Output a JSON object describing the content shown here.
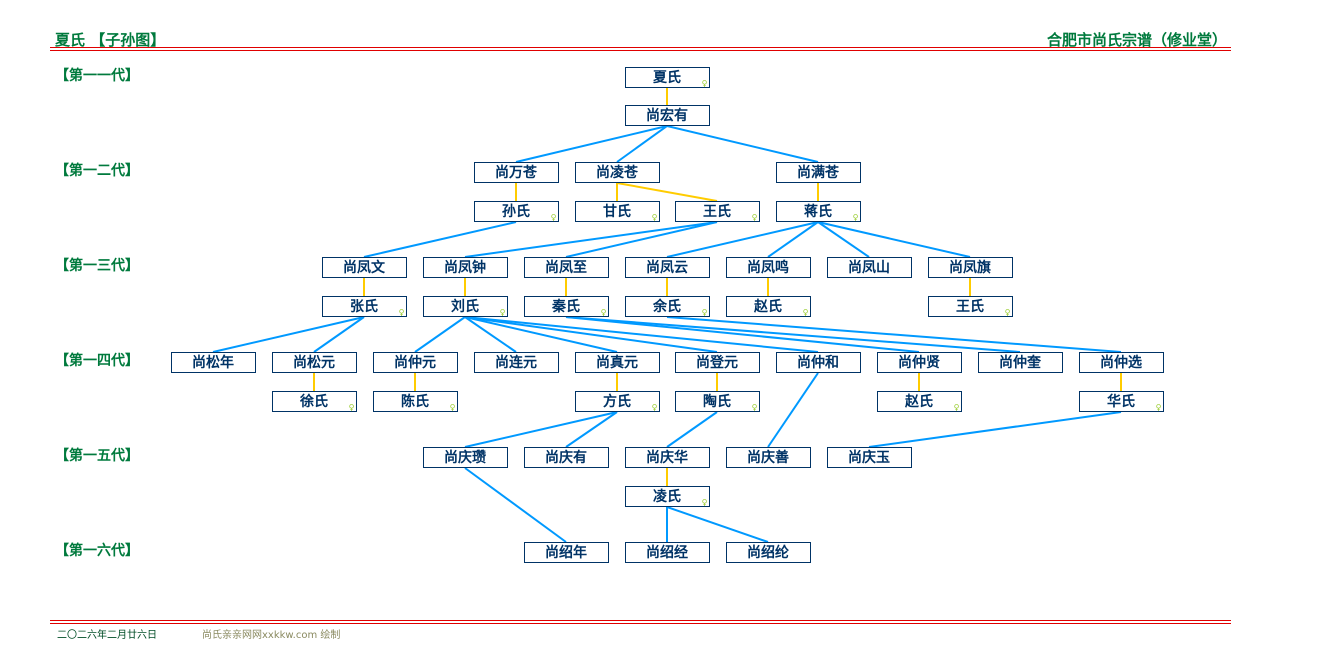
{
  "header": {
    "title": "夏氏 【子孙图】",
    "org": "合肥市尚氏宗谱（修业堂）"
  },
  "generations": [
    "【第一一代】",
    "【第一二代】",
    "【第一三代】",
    "【第一四代】",
    "【第一五代】",
    "【第一六代】"
  ],
  "female_mark": "♀",
  "nodes": {
    "g1s": "夏氏",
    "g1": "尚宏有",
    "wan": "尚万苍",
    "ling": "尚凌苍",
    "man": "尚满苍",
    "sun": "孙氏",
    "gan": "甘氏",
    "wang1": "王氏",
    "jiang": "蒋氏",
    "fwen": "尚凤文",
    "fzhong": "尚凤钟",
    "fzhi": "尚凤至",
    "fyun": "尚凤云",
    "fming": "尚凤鸣",
    "fshan": "尚凤山",
    "fqi": "尚凤旗",
    "zhang": "张氏",
    "liu": "刘氏",
    "qin": "秦氏",
    "yu": "余氏",
    "zhao1": "赵氏",
    "wang2": "王氏",
    "snian": "尚松年",
    "syuan": "尚松元",
    "zyuan": "尚仲元",
    "lyuan": "尚连元",
    "zhyuan": "尚真元",
    "dyuan": "尚登元",
    "zhe": "尚仲和",
    "zxian": "尚仲贤",
    "zkui": "尚仲奎",
    "zxuan": "尚仲选",
    "xu": "徐氏",
    "chen": "陈氏",
    "fang": "方氏",
    "tao": "陶氏",
    "zhao2": "赵氏",
    "hua": "华氏",
    "qzan": "尚庆瓒",
    "qyou": "尚庆有",
    "qhua": "尚庆华",
    "qshan": "尚庆善",
    "qyu": "尚庆玉",
    "lingshi": "凌氏",
    "snian6": "尚绍年",
    "sjing": "尚绍经",
    "slun": "尚绍纶"
  },
  "females": [
    "g1s",
    "sun",
    "gan",
    "wang1",
    "jiang",
    "zhang",
    "liu",
    "qin",
    "yu",
    "zhao1",
    "wang2",
    "xu",
    "chen",
    "fang",
    "tao",
    "zhao2",
    "hua",
    "lingshi"
  ],
  "spouse_links": [
    [
      "g1s",
      "g1"
    ],
    [
      "wan",
      "sun"
    ],
    [
      "ling",
      "gan"
    ],
    [
      "ling",
      "wang1"
    ],
    [
      "man",
      "jiang"
    ],
    [
      "fwen",
      "zhang"
    ],
    [
      "fzhong",
      "liu"
    ],
    [
      "fzhi",
      "qin"
    ],
    [
      "fyun",
      "yu"
    ],
    [
      "fming",
      "zhao1"
    ],
    [
      "fqi",
      "wang2"
    ],
    [
      "syuan",
      "xu"
    ],
    [
      "zyuan",
      "chen"
    ],
    [
      "zhyuan",
      "fang"
    ],
    [
      "dyuan",
      "tao"
    ],
    [
      "zxian",
      "zhao2"
    ],
    [
      "zxuan",
      "hua"
    ],
    [
      "qhua",
      "lingshi"
    ]
  ],
  "child_links": [
    [
      "g1",
      "wan"
    ],
    [
      "g1",
      "ling"
    ],
    [
      "g1",
      "man"
    ],
    [
      "sun",
      "fwen"
    ],
    [
      "wang1",
      "fzhong"
    ],
    [
      "wang1",
      "fzhi"
    ],
    [
      "jiang",
      "fyun"
    ],
    [
      "jiang",
      "fming"
    ],
    [
      "jiang",
      "fshan"
    ],
    [
      "jiang",
      "fqi"
    ],
    [
      "zhang",
      "snian"
    ],
    [
      "zhang",
      "syuan"
    ],
    [
      "liu",
      "zyuan"
    ],
    [
      "liu",
      "lyuan"
    ],
    [
      "liu",
      "zhyuan"
    ],
    [
      "liu",
      "dyuan"
    ],
    [
      "liu",
      "zhe"
    ],
    [
      "qin",
      "zxian"
    ],
    [
      "qin",
      "zkui"
    ],
    [
      "yu",
      "zxuan"
    ],
    [
      "fang",
      "qzan"
    ],
    [
      "fang",
      "qyou"
    ],
    [
      "tao",
      "qhua"
    ],
    [
      "zhe",
      "qshan"
    ],
    [
      "hua",
      "qyu"
    ],
    [
      "qzan",
      "snian6"
    ],
    [
      "lingshi",
      "sjing"
    ],
    [
      "lingshi",
      "slun"
    ]
  ],
  "footer": {
    "date": "二〇二六年二月廿六日",
    "credit": "尚氏亲亲网网xxkkw.com 绘制"
  },
  "colors": {
    "green": "#007a3d",
    "red": "#e00000",
    "navy": "#003366",
    "spouse_line": "#ffcc00",
    "child_line": "#0099ff"
  }
}
